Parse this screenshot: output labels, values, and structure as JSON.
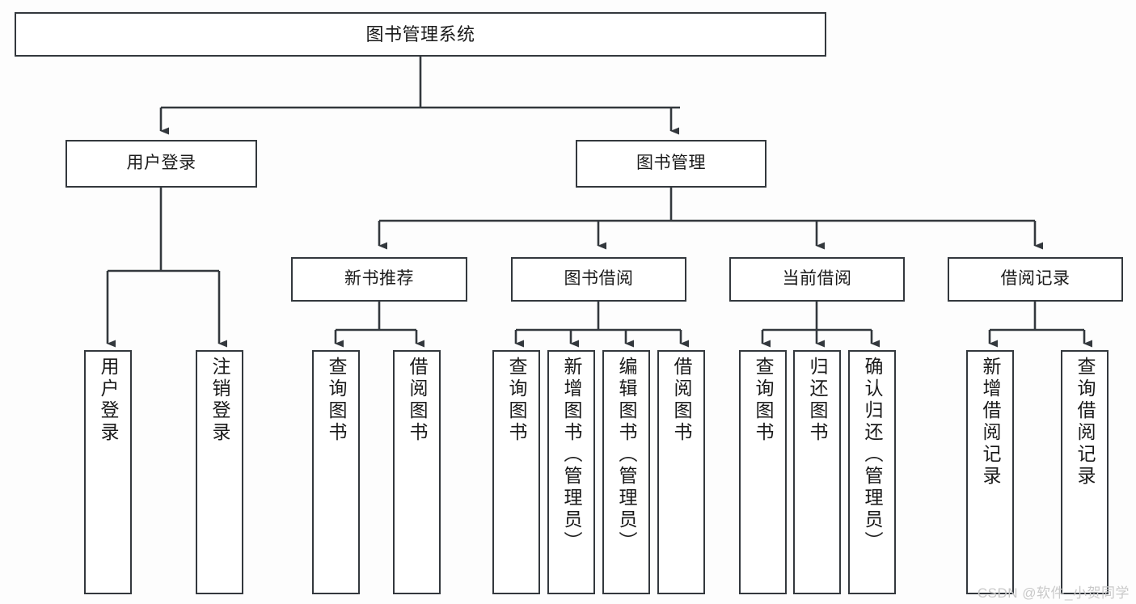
{
  "diagram": {
    "title": "图书管理系统",
    "type": "hierarchy-tree",
    "colors": {
      "stroke": "#33383d",
      "box_fill": "#ffffff",
      "background": "#fdfdfd",
      "watermark": "#c9c9c9"
    },
    "levels": {
      "root": {
        "label": "图书管理系统"
      },
      "level2": [
        {
          "label": "用户登录"
        },
        {
          "label": "图书管理"
        }
      ],
      "level3": [
        {
          "label": "新书推荐"
        },
        {
          "label": "图书借阅"
        },
        {
          "label": "当前借阅"
        },
        {
          "label": "借阅记录"
        }
      ],
      "leaves": [
        {
          "label": "用户登录",
          "parent": "用户登录"
        },
        {
          "label": "注销登录",
          "parent": "用户登录"
        },
        {
          "label": "查询图书",
          "parent": "新书推荐"
        },
        {
          "label": "借阅图书",
          "parent": "新书推荐"
        },
        {
          "label": "查询图书",
          "parent": "图书借阅"
        },
        {
          "label": "新增图书（管理员）",
          "parent": "图书借阅"
        },
        {
          "label": "编辑图书（管理员）",
          "parent": "图书借阅"
        },
        {
          "label": "借阅图书",
          "parent": "图书借阅"
        },
        {
          "label": "查询图书",
          "parent": "当前借阅"
        },
        {
          "label": "归还图书",
          "parent": "当前借阅"
        },
        {
          "label": "确认归还（管理员）",
          "parent": "当前借阅"
        },
        {
          "label": "新增借阅记录",
          "parent": "借阅记录"
        },
        {
          "label": "查询借阅记录",
          "parent": "借阅记录"
        }
      ]
    }
  },
  "watermark": {
    "text": "CSDN @软件_小贺同学"
  }
}
